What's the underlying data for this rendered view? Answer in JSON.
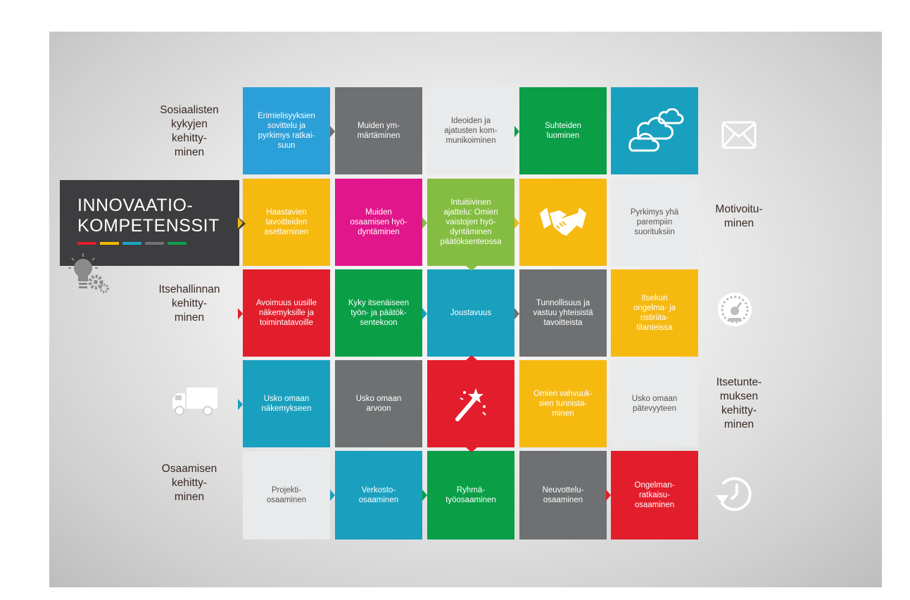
{
  "title": "INNOVAATIO-\nKOMPETENSSIT",
  "title_bars": [
    "#e21d2c",
    "#f5b800",
    "#1ba5c6",
    "#707273",
    "#0aa14b"
  ],
  "left_labels": [
    "Sosiaalisten\nkykyjen\nkehitty-\nminen",
    "Itsehallinnan\nkehitty-\nminen",
    "Osaamisen\nkehitty-\nminen"
  ],
  "right_labels": [
    "Motivoitu-\nminen",
    "Itsetunte-\nmuksen\nkehitty-\nminen"
  ],
  "colors": {
    "blue_light": "#2a9fd8",
    "gray": "#6e7072",
    "white": "#e9eaeb",
    "green": "#0a9e47",
    "teal": "#1aa0bf",
    "yellow": "#f6b910",
    "magenta": "#e0168a",
    "lime": "#84bd41",
    "red": "#e21d2c"
  },
  "tiles": [
    [
      {
        "text": "Erimielisyyksien\nsovittelu ja\npyrkimys ratkai-\nsuun",
        "color": "blue_light"
      },
      {
        "text": "Muiden ym-\nmärtäminen",
        "color": "gray"
      },
      {
        "text": "Ideoiden ja\najatusten kom-\nmunikoiminen",
        "color": "white"
      },
      {
        "text": "Suhteiden\nluominen",
        "color": "green"
      },
      {
        "text": "",
        "color": "teal",
        "icon": "clouds-icon"
      }
    ],
    [
      {
        "text": "Haastavien\ntavoitteiden\nasettaminen",
        "color": "yellow"
      },
      {
        "text": "Muiden\nosaamisen hyö-\ndyntäminen",
        "color": "magenta"
      },
      {
        "text": "Intuitiivinen\najattelu: Omien\nvaistojen hyö-\ndyntäminen\npäätöksenteossa",
        "color": "lime"
      },
      {
        "text": "",
        "color": "yellow",
        "icon": "handshake-icon"
      },
      {
        "text": "Pyrkimys yhä\nparempiin\nsuorituksiin",
        "color": "white"
      }
    ],
    [
      {
        "text": "Avoimuus uusille\nnäkemyksille ja\ntoimintatavoille",
        "color": "red"
      },
      {
        "text": "Kyky itsenäiseen\ntyön- ja päätök-\nsentekoon",
        "color": "green"
      },
      {
        "text": "Joustavuus",
        "color": "teal"
      },
      {
        "text": "Tunnollisuus ja\nvastuu yhteisistä\ntavoitteista",
        "color": "gray"
      },
      {
        "text": "Itsekuri\nongelma- ja\nristiriita-\ntilanteissa",
        "color": "yellow"
      }
    ],
    [
      {
        "text": "Usko omaan\nnäkemykseen",
        "color": "teal"
      },
      {
        "text": "Usko omaan\narvoon",
        "color": "gray"
      },
      {
        "text": "",
        "color": "red",
        "icon": "magic-wand-icon"
      },
      {
        "text": "Omien vahvuuk-\nsien tunnista-\nminen",
        "color": "yellow"
      },
      {
        "text": "Usko omaan\npätevyyteen",
        "color": "white"
      }
    ],
    [
      {
        "text": "Projekti-\nosaaminen",
        "color": "white"
      },
      {
        "text": "Verkosto-\nosaaminen",
        "color": "teal"
      },
      {
        "text": "Ryhmä-\ntyöosaaminen",
        "color": "green"
      },
      {
        "text": "Neuvottelu-\nosaaminen",
        "color": "gray"
      },
      {
        "text": "Ongelman-\nratkaisu-\nosaaminen",
        "color": "red"
      }
    ]
  ],
  "right_icons": [
    "envelope-icon",
    "speedometer-icon",
    "history-icon"
  ],
  "left_icons": [
    "lightbulb-gears-icon",
    "truck-icon"
  ]
}
